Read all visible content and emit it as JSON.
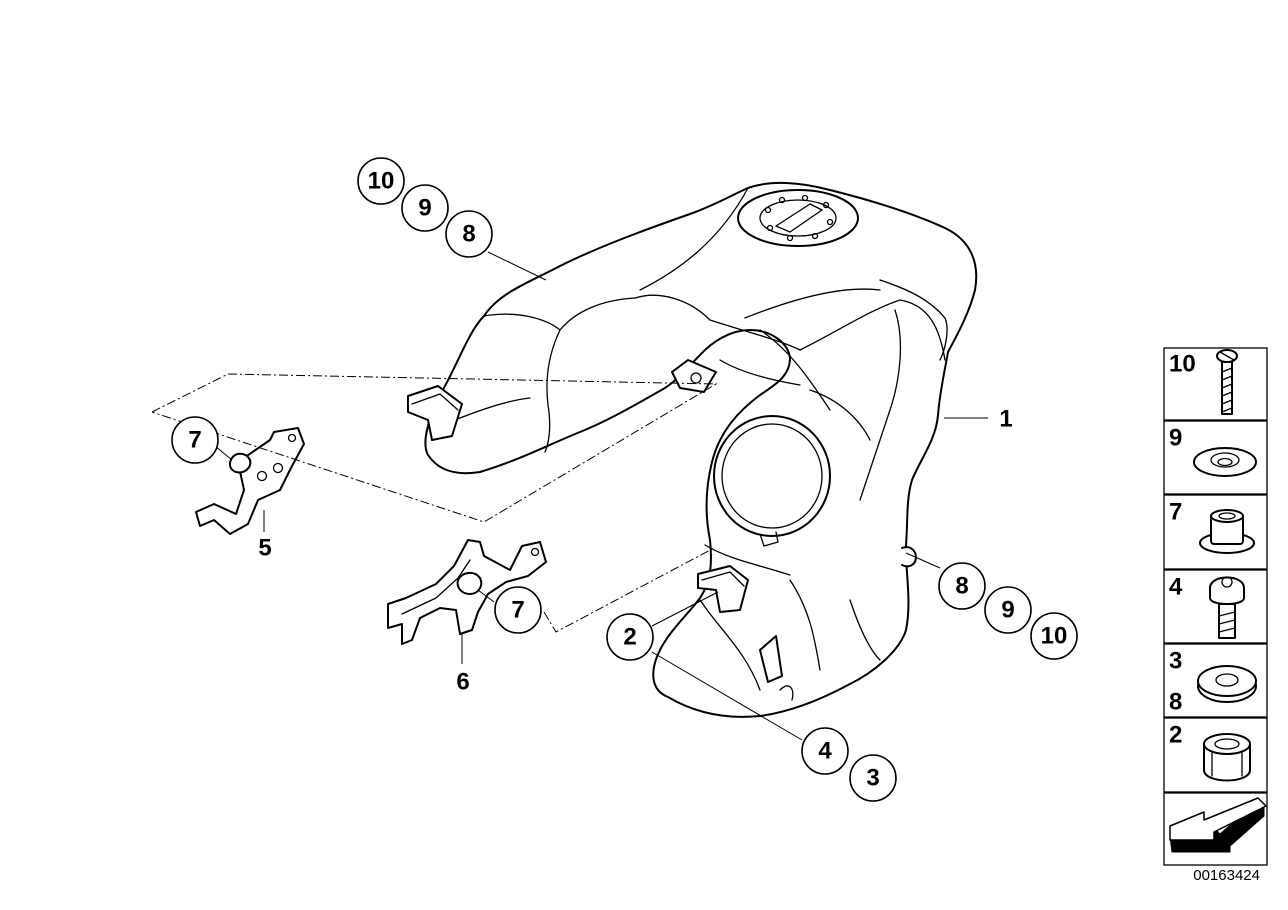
{
  "callouts": {
    "top_left_10": "10",
    "top_left_9": "9",
    "top_left_8": "8",
    "clip_left_7": "7",
    "clip_mid_7": "7",
    "bottom_2": "2",
    "bottom_4": "4",
    "bottom_3": "3",
    "right_8": "8",
    "right_9": "9",
    "right_10": "10"
  },
  "labels": {
    "tank": "1",
    "bracket_5": "5",
    "bracket_6": "6"
  },
  "legend": [
    {
      "nums": [
        "10"
      ],
      "icon": "screw-icon"
    },
    {
      "nums": [
        "9"
      ],
      "icon": "flat-washer-icon"
    },
    {
      "nums": [
        "7"
      ],
      "icon": "sleeve-icon"
    },
    {
      "nums": [
        "4"
      ],
      "icon": "bolt-icon"
    },
    {
      "nums": [
        "3",
        "8"
      ],
      "icon": "washer-icon"
    },
    {
      "nums": [
        "2"
      ],
      "icon": "bushing-icon"
    },
    {
      "nums": [],
      "icon": "arrow-icon"
    }
  ],
  "ref_id": "00163424"
}
